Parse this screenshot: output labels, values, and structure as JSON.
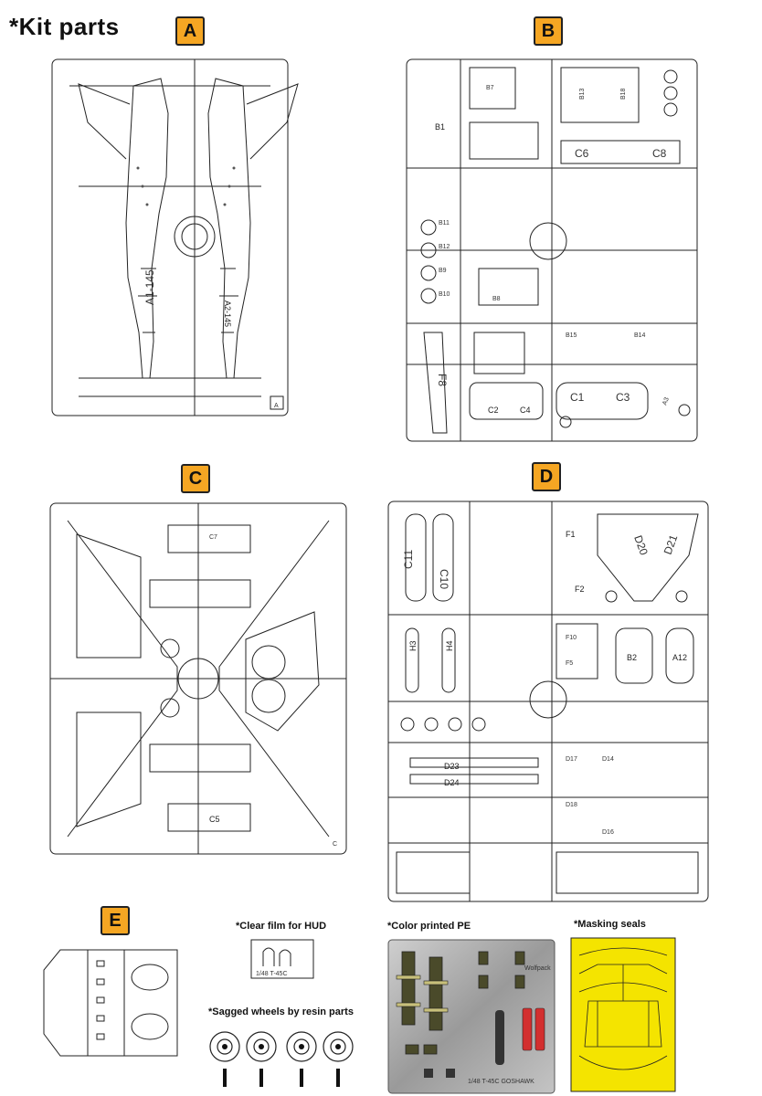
{
  "title": "*Kit parts",
  "sprues": {
    "a": {
      "letter": "A",
      "corner": "A",
      "part1": "A1-145",
      "part2": "A2-145"
    },
    "b": {
      "letter": "B",
      "c6": "C6",
      "c8": "C8",
      "c1": "C1",
      "c3": "C3",
      "c2": "C2",
      "c4": "C4",
      "f8": "F8",
      "a3": "A3",
      "b13": "B13",
      "b18": "B18",
      "b11": "B11",
      "b12": "B12",
      "b9": "B9",
      "b10": "B10",
      "b15": "B15",
      "b14": "B14",
      "b1": "B1",
      "b7": "B7",
      "b8": "B8"
    },
    "c": {
      "letter": "C",
      "c5": "C5",
      "c7": "C7",
      "corner": "C"
    },
    "d": {
      "letter": "D",
      "c11": "C11",
      "c10": "C10",
      "d20": "D20",
      "d21": "D21",
      "f1": "F1",
      "f2": "F2",
      "h3": "H3",
      "h4": "H4",
      "f10": "F10",
      "f5": "F5",
      "b2": "B2",
      "a12": "A12",
      "d23": "D23",
      "d24": "D24",
      "d17": "D17",
      "d14": "D14",
      "d16": "D16",
      "d18": "D18"
    },
    "e": {
      "letter": "E"
    }
  },
  "extras": {
    "clear_film_title": "*Clear film for HUD",
    "clear_film_label": "1/48 T-45C",
    "color_pe_title": "*Color printed PE",
    "pe_label": "1/48 T-45C GOSHAWK",
    "masking_title": "*Masking seals",
    "sagged_title": "*Sagged wheels by resin parts",
    "brand": "Wolfpack"
  }
}
